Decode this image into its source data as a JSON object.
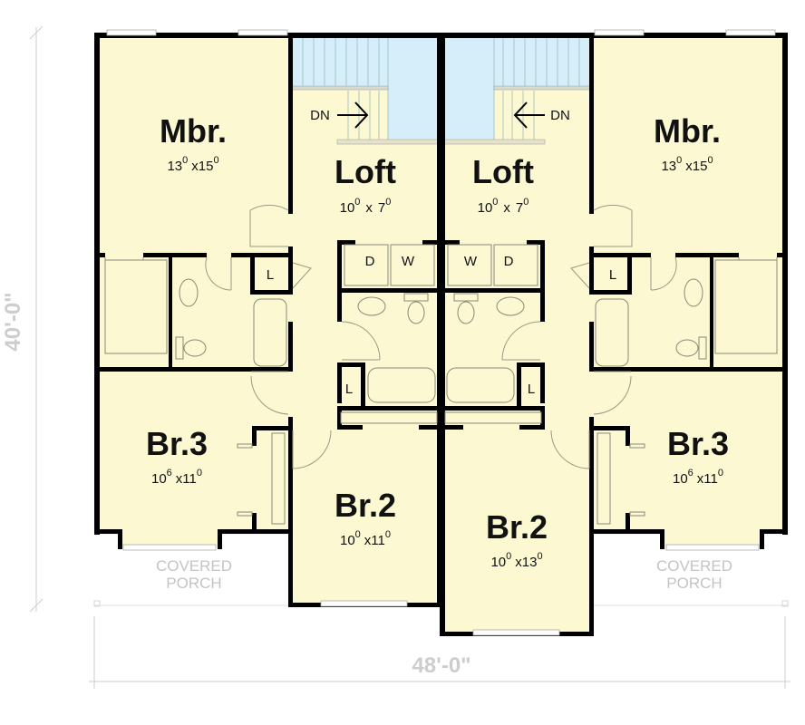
{
  "colors": {
    "floor": "#fbf8d2",
    "stair": "#d6eefa",
    "wall": "#000000",
    "dimension": "#cdcdcd"
  },
  "overall": {
    "width_label": "48'-0\"",
    "depth_label": "40'-0\""
  },
  "left_unit": {
    "mbr": {
      "name": "Mbr.",
      "w": "13",
      "w_in": "0",
      "x": "x",
      "d": "15",
      "d_in": "0"
    },
    "loft": {
      "name": "Loft",
      "w": "10",
      "w_in": "0",
      "x": "x",
      "d": "7",
      "d_in": "0"
    },
    "br3": {
      "name": "Br.3",
      "w": "10",
      "w_in": "6",
      "x": "x",
      "d": "11",
      "d_in": "0"
    },
    "br2": {
      "name": "Br.2",
      "w": "10",
      "w_in": "0",
      "x": "x",
      "d": "11",
      "d_in": "0"
    },
    "stair_label": "DN",
    "dryer": "D",
    "washer": "W",
    "linen_upper": "L",
    "linen_lower": "L",
    "porch": [
      "COVERED",
      "PORCH"
    ]
  },
  "right_unit": {
    "mbr": {
      "name": "Mbr.",
      "w": "13",
      "w_in": "0",
      "x": "x",
      "d": "15",
      "d_in": "0"
    },
    "loft": {
      "name": "Loft",
      "w": "10",
      "w_in": "0",
      "x": "x",
      "d": "7",
      "d_in": "0"
    },
    "br3": {
      "name": "Br.3",
      "w": "10",
      "w_in": "6",
      "x": "x",
      "d": "11",
      "d_in": "0"
    },
    "br2": {
      "name": "Br.2",
      "w": "10",
      "w_in": "0",
      "x": "x",
      "d": "13",
      "d_in": "0"
    },
    "stair_label": "DN",
    "dryer": "D",
    "washer": "W",
    "linen_upper": "L",
    "linen_lower": "L",
    "porch": [
      "COVERED",
      "PORCH"
    ]
  }
}
